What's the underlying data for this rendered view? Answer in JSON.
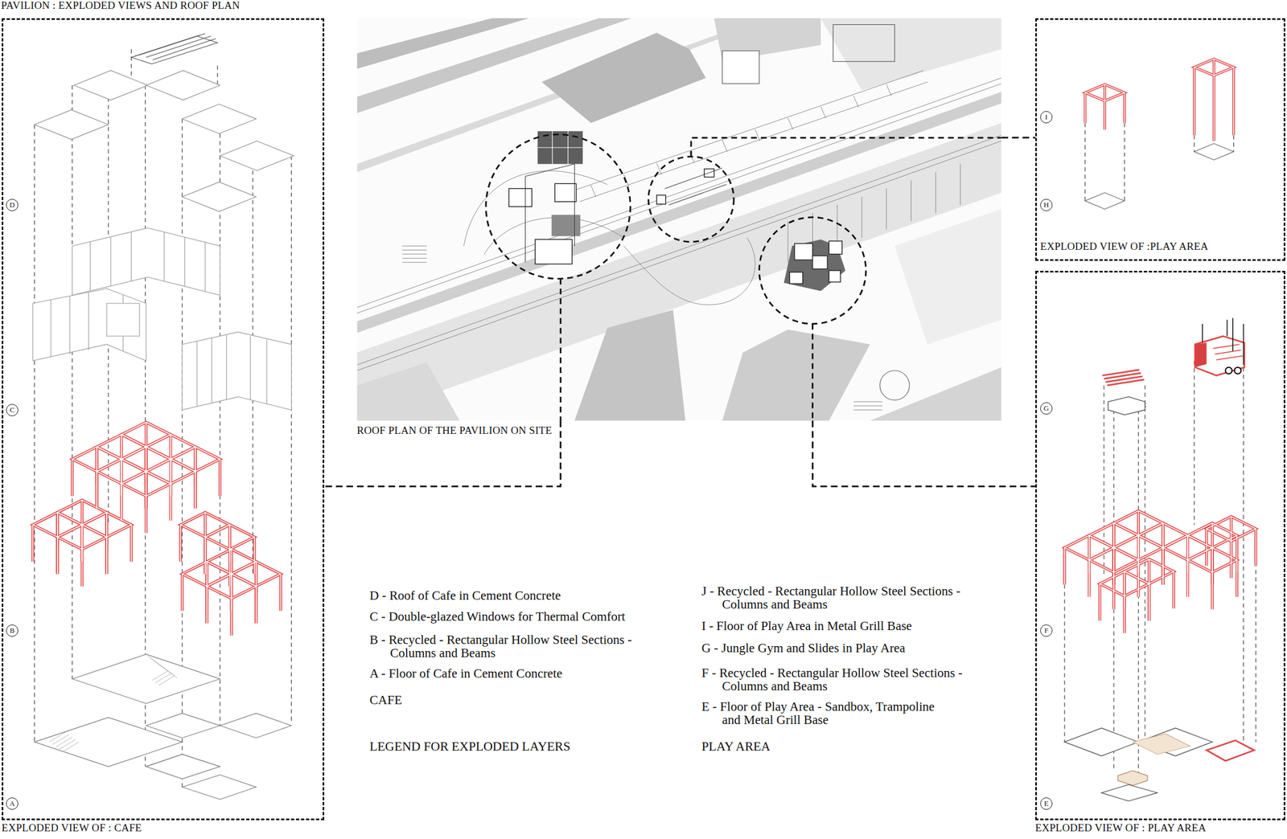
{
  "diagram": {
    "title": "PAVILION : EXPLODED VIEWS AND ROOF PLAN",
    "nodes": [
      {
        "text": [
          "EXPLODED VIEW OF : CAFE"
        ]
      },
      {
        "text": [
          "ROOF PLAN OF THE PAVILION ON SITE"
        ]
      },
      {
        "text": [
          "EXPLODED VIEW OF :PLAY AREA"
        ]
      },
      {
        "text": [
          "EXPLODED VIEW OF : PLAY AREA"
        ]
      }
    ],
    "edges": [
      {
        "from": 1,
        "to": 0,
        "arrow": "none"
      },
      {
        "from": 1,
        "to": 2,
        "arrow": "none"
      },
      {
        "from": 1,
        "to": 3,
        "arrow": "none"
      }
    ],
    "labels": [
      "D",
      "C",
      "B",
      "A",
      "I",
      "H",
      "G",
      "F",
      "E",
      "D - Roof of Cafe in Cement Concrete",
      "C - Double-glazed Windows for Thermal Comfort",
      "B - Recycled - Rectangular Hollow Steel Sections - Columns and Beams",
      "A - Floor of Cafe in Cement Concrete",
      "CAFE",
      "LEGEND FOR EXPLODED LAYERS",
      "J - Recycled - Rectangular Hollow Steel Sections - Columns and Beams",
      "I - Floor of Play Area in Metal Grill Base",
      "G - Jungle Gym and Slides in Play Area",
      "F - Recycled - Rectangular Hollow Steel Sections - Columns and Beams",
      "E - Floor of Play Area - Sandbox, Trampoline and Metal Grill Base",
      "PLAY AREA"
    ]
  }
}
